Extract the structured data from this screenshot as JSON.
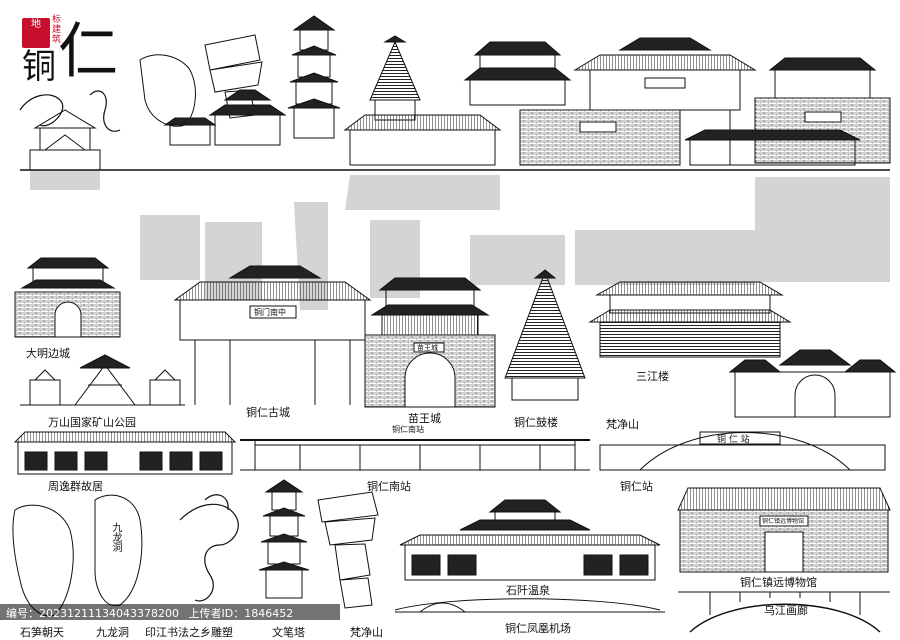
{
  "header": {
    "seal_chars": [
      "地",
      "标",
      "建",
      "筑"
    ],
    "title_small": "铜",
    "title_big": "仁"
  },
  "labels": {
    "daming": "大明边城",
    "wanshan": "万山国家矿山公园",
    "gucheng": "铜仁古城",
    "miaowang": "苗王城",
    "gulou": "铜仁鼓楼",
    "sanjiang": "三江楼",
    "fanjing1": "梵净山",
    "zhouyiqun": "周逸群故居",
    "nanzhan": "铜仁南站",
    "nanzhan_sign": "铜仁南站",
    "tongren_zhan": "铜仁站",
    "tongren_zhan_sign": "铜 仁 站",
    "shiqian": "石阡温泉",
    "bowuguan": "铜仁镇远博物馆",
    "wujiang": "乌江画廊",
    "jichang": "铜仁凤凰机场",
    "shisun": "石笋朝天",
    "jiulong": "九龙洞",
    "yinjiang": "印江书法之乡雕塑",
    "wenbi": "文笔塔",
    "fanjing2": "梵净山",
    "jiulong_carve": "九龙洞",
    "gate_sign": "铜门南中",
    "miao_sign": "苗王城",
    "bowuguan_sign": "铜仁镇远博物馆"
  },
  "footer": {
    "id_label": "编号：",
    "id_value": "20231211134043378200",
    "uploader_label": "上传者ID：",
    "uploader_value": "1846452"
  },
  "colors": {
    "ink": "#111111",
    "seal": "#c8102e",
    "fill_dark": "#222222",
    "reflection": "#c8c8c8"
  }
}
